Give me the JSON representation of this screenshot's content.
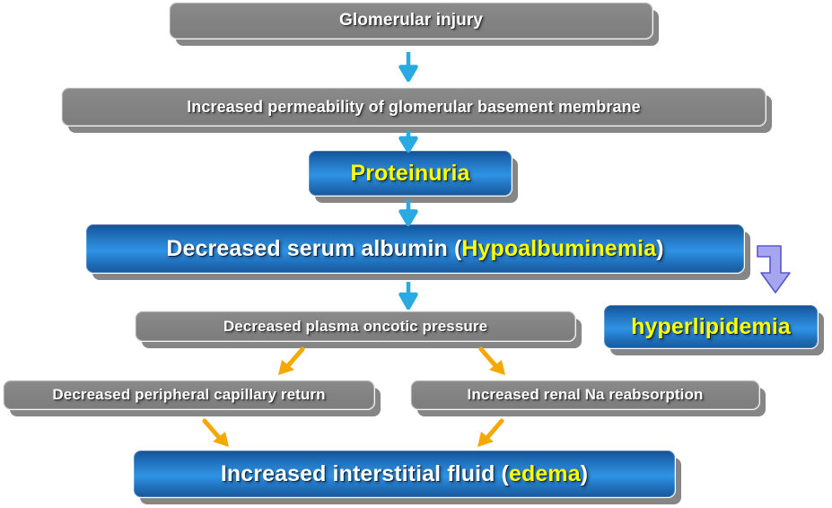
{
  "diagram": {
    "title": "Nephrotic syndrome pathophysiology flowchart",
    "colors": {
      "gray_node": "#848484",
      "blue_node_mid": "#2f92e4",
      "blue_node_dark": "#14508f",
      "highlight_text": "#ffff00",
      "node_text": "#ffffff",
      "arrow_cyan": "#29abe2",
      "arrow_orange": "#f5a800",
      "arrow_purple": "#9b9bea",
      "background": "#ffffff",
      "shadow": "#808080"
    },
    "nodes": [
      {
        "id": "glomerular-injury",
        "label": "Glomerular injury",
        "style": "gray"
      },
      {
        "id": "increased-permeability",
        "label": "Increased permeability of  glomerular basement membrane",
        "style": "gray"
      },
      {
        "id": "proteinuria",
        "label": "Proteinuria",
        "style": "blue",
        "label_color": "highlight"
      },
      {
        "id": "hypoalbuminemia",
        "label_prefix": "Decreased serum albumin ",
        "label_paren_open": "(",
        "label_highlight": "Hypoalbuminemia",
        "label_paren_close": ")",
        "style": "blue"
      },
      {
        "id": "oncotic-pressure",
        "label": "Decreased plasma oncotic pressure",
        "style": "gray"
      },
      {
        "id": "hyperlipidemia",
        "label": "hyperlipidemia",
        "style": "blue",
        "label_color": "highlight"
      },
      {
        "id": "capillary-return",
        "label": "Decreased peripheral capillary return",
        "style": "gray"
      },
      {
        "id": "na-reabsorption",
        "label": "Increased renal Na reabsorption",
        "style": "gray"
      },
      {
        "id": "edema",
        "label_prefix": "Increased interstitial fluid ",
        "label_paren_open": "(",
        "label_highlight": "edema",
        "label_paren_close": ")",
        "style": "blue"
      }
    ],
    "arrows": [
      {
        "id": "arrow-injury-to-permeability",
        "kind": "down-cyan",
        "from": "glomerular-injury",
        "to": "increased-permeability"
      },
      {
        "id": "arrow-permeability-to-proteinuria",
        "kind": "down-cyan",
        "from": "increased-permeability",
        "to": "proteinuria"
      },
      {
        "id": "arrow-proteinuria-to-hypoalbuminemia",
        "kind": "down-cyan",
        "from": "proteinuria",
        "to": "hypoalbuminemia"
      },
      {
        "id": "arrow-hypoalbuminemia-to-oncotic",
        "kind": "down-cyan",
        "from": "hypoalbuminemia",
        "to": "oncotic-pressure"
      },
      {
        "id": "arrow-hypoalbuminemia-to-hyperlipidemia",
        "kind": "bent-purple",
        "from": "hypoalbuminemia",
        "to": "hyperlipidemia"
      },
      {
        "id": "arrow-oncotic-to-capillary-return",
        "kind": "diagonal-orange-left",
        "from": "oncotic-pressure",
        "to": "capillary-return"
      },
      {
        "id": "arrow-oncotic-to-na-reabsorption",
        "kind": "diagonal-orange-right",
        "from": "oncotic-pressure",
        "to": "na-reabsorption"
      },
      {
        "id": "arrow-capillary-return-to-edema",
        "kind": "diagonal-orange-right",
        "from": "capillary-return",
        "to": "edema"
      },
      {
        "id": "arrow-na-reabsorption-to-edema",
        "kind": "diagonal-orange-left",
        "from": "na-reabsorption",
        "to": "edema"
      }
    ]
  }
}
